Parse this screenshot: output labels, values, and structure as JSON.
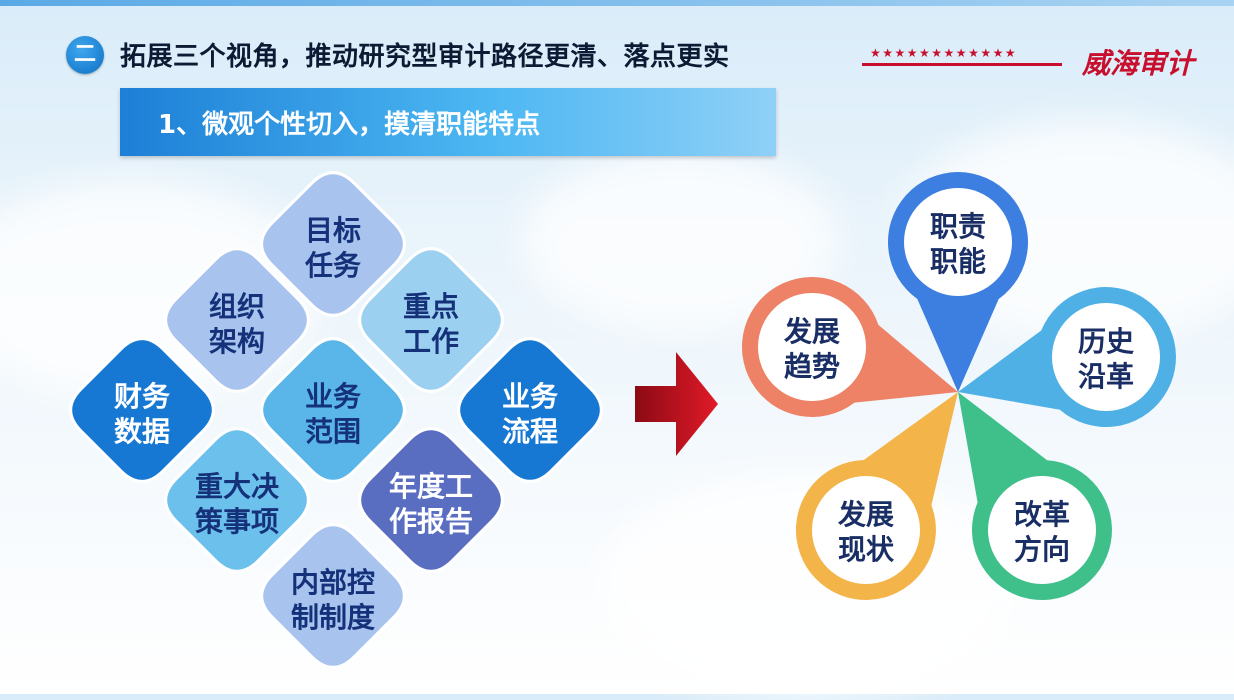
{
  "header": {
    "badge": "二",
    "title": "拓展三个视角，推动研究型审计路径更清、落点更实",
    "stars": "★★★★★★★★★★★★",
    "brand": "威海审计"
  },
  "subheader": {
    "text": "1、微观个性切入，摸清职能特点"
  },
  "diamonds": [
    {
      "id": "mubiao",
      "line1": "目标",
      "line2": "任务",
      "fill": "#a7c3ee",
      "text": "#15317a"
    },
    {
      "id": "zuzhi",
      "line1": "组织",
      "line2": "架构",
      "fill": "#a7c3ee",
      "text": "#15317a"
    },
    {
      "id": "zhongdian",
      "line1": "重点",
      "line2": "工作",
      "fill": "#9cd0f0",
      "text": "#15317a"
    },
    {
      "id": "caiwu",
      "line1": "财务",
      "line2": "数据",
      "fill": "#1778d4",
      "text": "#ffffff"
    },
    {
      "id": "yewufanwei",
      "line1": "业务",
      "line2": "范围",
      "fill": "#5ab6e8",
      "text": "#15317a"
    },
    {
      "id": "yewuliucheng",
      "line1": "业务",
      "line2": "流程",
      "fill": "#1778d4",
      "text": "#ffffff"
    },
    {
      "id": "zhongda",
      "line1": "重大决",
      "line2": "策事项",
      "fill": "#6cc0ec",
      "text": "#15317a"
    },
    {
      "id": "niandu",
      "line1": "年度工",
      "line2": "作报告",
      "fill": "#5a6ec1",
      "text": "#ffffff"
    },
    {
      "id": "neibu",
      "line1": "内部控",
      "line2": "制制度",
      "fill": "#a7c3ee",
      "text": "#15317a"
    }
  ],
  "petals": [
    {
      "id": "zhize",
      "line1": "职责",
      "line2": "职能",
      "color": "#3d7fe0"
    },
    {
      "id": "lishi",
      "line1": "历史",
      "line2": "沿革",
      "color": "#4fb0e6"
    },
    {
      "id": "gaige",
      "line1": "改革",
      "line2": "方向",
      "color": "#3fc08a"
    },
    {
      "id": "xianzhuang",
      "line1": "发展",
      "line2": "现状",
      "color": "#f3b54a"
    },
    {
      "id": "qushi",
      "line1": "发展",
      "line2": "趋势",
      "color": "#ee8266"
    }
  ],
  "colors": {
    "arrow": "#c8101e",
    "title_text": "#0d1a33",
    "petal_text": "#1a2e66"
  }
}
